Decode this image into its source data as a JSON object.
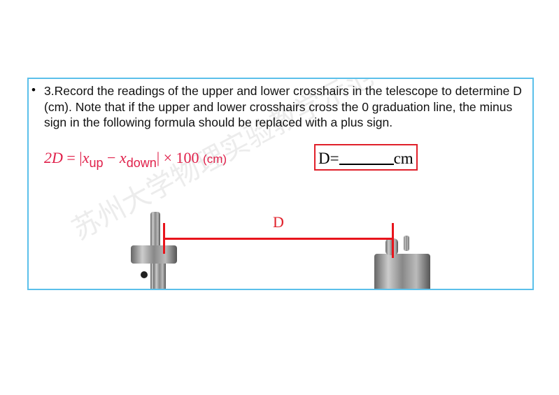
{
  "bullet": "•",
  "instruction": "3.Record the readings of the upper and lower crosshairs in the telescope to determine D (cm). Note that if the upper and lower crosshairs cross the 0 graduation line, the minus sign in the following formula should be replaced with a plus sign.",
  "formula": {
    "lhs": "2D",
    "eq": " = |",
    "x1": "x",
    "s1": "up",
    "minus": " − ",
    "x2": "x",
    "s2": "down",
    "rest": "| × 100 ",
    "unit": "(cm)"
  },
  "answer_box": {
    "prefix": "D=",
    "unit": "cm"
  },
  "diagram": {
    "distance_label": "D"
  },
  "watermark": "苏州大学物理实验教学示范中心"
}
